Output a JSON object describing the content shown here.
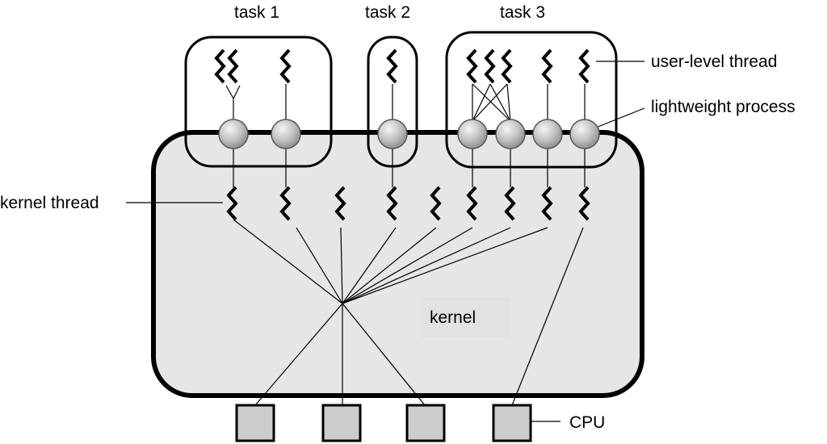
{
  "tasks": [
    {
      "label": "task 1"
    },
    {
      "label": "task 2"
    },
    {
      "label": "task 3"
    }
  ],
  "labels": {
    "user_level_thread": "user-level thread",
    "lightweight_process": "lightweight process",
    "kernel_thread": "kernel thread",
    "kernel": "kernel",
    "cpu": "CPU"
  },
  "colors": {
    "kernel_fill": "#e6e6e6",
    "cpu_fill": "#cccccc",
    "lwp_fill": "#c8c8c8"
  },
  "icons": {
    "thread": "zigzag-thread-icon",
    "lwp": "sphere-icon",
    "cpu": "square-box-icon"
  }
}
